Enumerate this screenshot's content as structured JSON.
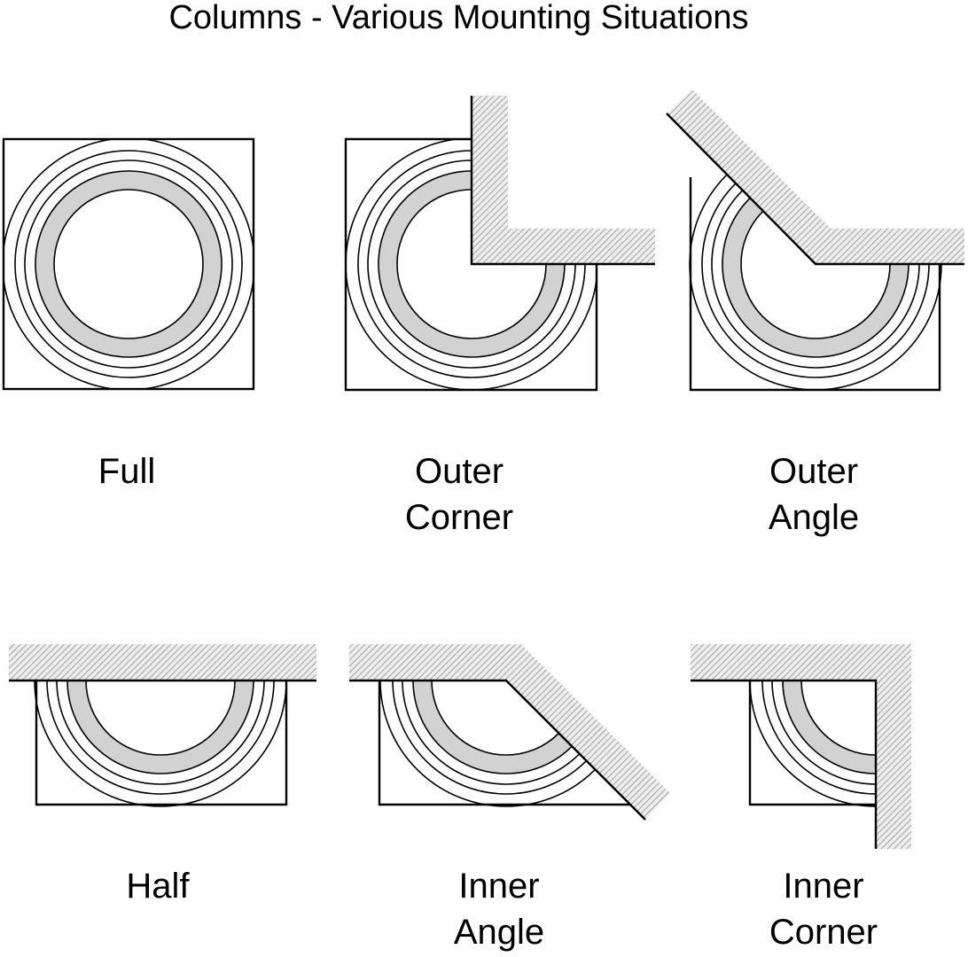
{
  "title": "Columns - Various Mounting Situations",
  "situations": [
    {
      "label_lines": [
        "Full"
      ]
    },
    {
      "label_lines": [
        "Outer",
        "Corner"
      ]
    },
    {
      "label_lines": [
        "Outer",
        "Angle"
      ]
    },
    {
      "label_lines": [
        "Half"
      ]
    },
    {
      "label_lines": [
        "Inner",
        "Angle"
      ]
    },
    {
      "label_lines": [
        "Inner",
        "Corner"
      ]
    }
  ],
  "colors": {
    "line": "#000000",
    "shaft_ring": "#d2d2d2",
    "wall_hatch": "#9a9a9a",
    "background": "#ffffff"
  }
}
